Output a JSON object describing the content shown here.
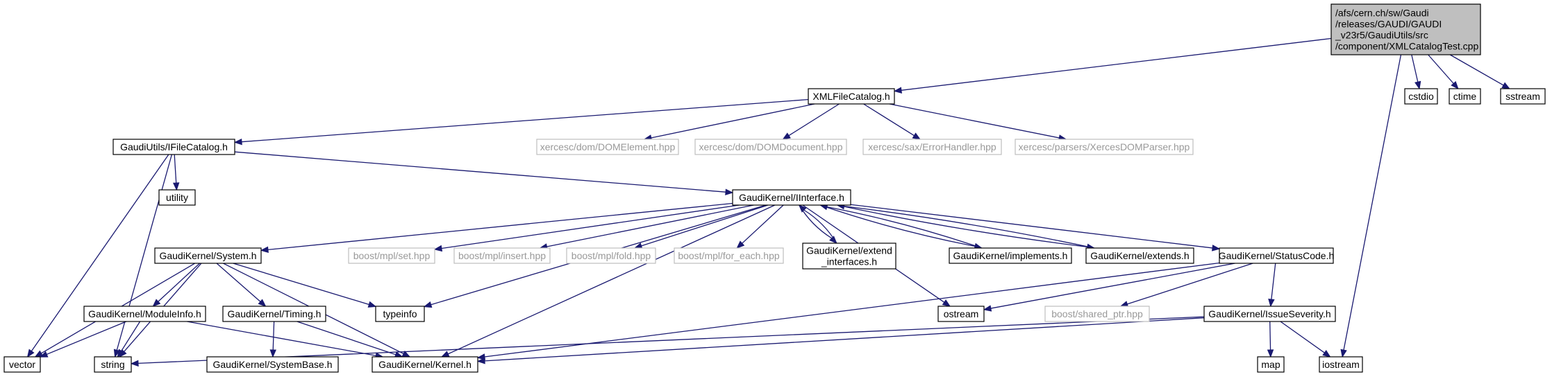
{
  "graph": {
    "edge_color": "#191970",
    "node_border_color": "#000000",
    "external_border_color": "#bfbfbf",
    "external_text_color": "#999999",
    "root_fill_color": "#bfbfbf",
    "nodes": [
      {
        "id": "root",
        "kind": "root",
        "lines": [
          "/afs/cern.ch/sw/Gaudi",
          "/releases/GAUDI/GAUDI",
          "_v23r5/GaudiUtils/src",
          "/component/XMLCatalogTest.cpp"
        ]
      },
      {
        "id": "xmlfilecatalog",
        "kind": "local",
        "lines": [
          "XMLFileCatalog.h"
        ]
      },
      {
        "id": "cstdio",
        "kind": "local",
        "lines": [
          "cstdio"
        ]
      },
      {
        "id": "ctime",
        "kind": "local",
        "lines": [
          "ctime"
        ]
      },
      {
        "id": "sstream",
        "kind": "local",
        "lines": [
          "sstream"
        ]
      },
      {
        "id": "ifilecatalog",
        "kind": "local",
        "lines": [
          "GaudiUtils/IFileCatalog.h"
        ]
      },
      {
        "id": "domelement",
        "kind": "external",
        "lines": [
          "xercesc/dom/DOMElement.hpp"
        ]
      },
      {
        "id": "domdocument",
        "kind": "external",
        "lines": [
          "xercesc/dom/DOMDocument.hpp"
        ]
      },
      {
        "id": "errorhandler",
        "kind": "external",
        "lines": [
          "xercesc/sax/ErrorHandler.hpp"
        ]
      },
      {
        "id": "xercesdomparser",
        "kind": "external",
        "lines": [
          "xercesc/parsers/XercesDOMParser.hpp"
        ]
      },
      {
        "id": "utility",
        "kind": "local",
        "lines": [
          "utility"
        ]
      },
      {
        "id": "iinterface",
        "kind": "local",
        "lines": [
          "GaudiKernel/IInterface.h"
        ]
      },
      {
        "id": "system",
        "kind": "local",
        "lines": [
          "GaudiKernel/System.h"
        ]
      },
      {
        "id": "mplset",
        "kind": "external",
        "lines": [
          "boost/mpl/set.hpp"
        ]
      },
      {
        "id": "mplinsert",
        "kind": "external",
        "lines": [
          "boost/mpl/insert.hpp"
        ]
      },
      {
        "id": "mplfold",
        "kind": "external",
        "lines": [
          "boost/mpl/fold.hpp"
        ]
      },
      {
        "id": "mplforeach",
        "kind": "external",
        "lines": [
          "boost/mpl/for_each.hpp"
        ]
      },
      {
        "id": "extendinterfaces",
        "kind": "local",
        "lines": [
          "GaudiKernel/extend",
          "_interfaces.h"
        ]
      },
      {
        "id": "implements",
        "kind": "local",
        "lines": [
          "GaudiKernel/implements.h"
        ]
      },
      {
        "id": "extends",
        "kind": "local",
        "lines": [
          "GaudiKernel/extends.h"
        ]
      },
      {
        "id": "statuscode",
        "kind": "local",
        "lines": [
          "GaudiKernel/StatusCode.h"
        ]
      },
      {
        "id": "moduleinfo",
        "kind": "local",
        "lines": [
          "GaudiKernel/ModuleInfo.h"
        ]
      },
      {
        "id": "timing",
        "kind": "local",
        "lines": [
          "GaudiKernel/Timing.h"
        ]
      },
      {
        "id": "typeinfo",
        "kind": "local",
        "lines": [
          "typeinfo"
        ]
      },
      {
        "id": "ostream",
        "kind": "local",
        "lines": [
          "ostream"
        ]
      },
      {
        "id": "sharedptr",
        "kind": "external",
        "lines": [
          "boost/shared_ptr.hpp"
        ]
      },
      {
        "id": "issueseverity",
        "kind": "local",
        "lines": [
          "GaudiKernel/IssueSeverity.h"
        ]
      },
      {
        "id": "vector",
        "kind": "local",
        "lines": [
          "vector"
        ]
      },
      {
        "id": "string",
        "kind": "local",
        "lines": [
          "string"
        ]
      },
      {
        "id": "systembase",
        "kind": "local",
        "lines": [
          "GaudiKernel/SystemBase.h"
        ]
      },
      {
        "id": "kernel",
        "kind": "local",
        "lines": [
          "GaudiKernel/Kernel.h"
        ]
      },
      {
        "id": "map",
        "kind": "local",
        "lines": [
          "map"
        ]
      },
      {
        "id": "iostream",
        "kind": "local",
        "lines": [
          "iostream"
        ]
      }
    ],
    "edges": [
      [
        "root",
        "xmlfilecatalog"
      ],
      [
        "root",
        "cstdio"
      ],
      [
        "root",
        "ctime"
      ],
      [
        "root",
        "sstream"
      ],
      [
        "root",
        "iostream"
      ],
      [
        "xmlfilecatalog",
        "ifilecatalog"
      ],
      [
        "xmlfilecatalog",
        "domelement"
      ],
      [
        "xmlfilecatalog",
        "domdocument"
      ],
      [
        "xmlfilecatalog",
        "errorhandler"
      ],
      [
        "xmlfilecatalog",
        "xercesdomparser"
      ],
      [
        "ifilecatalog",
        "utility"
      ],
      [
        "ifilecatalog",
        "iinterface"
      ],
      [
        "ifilecatalog",
        "vector"
      ],
      [
        "ifilecatalog",
        "string"
      ],
      [
        "iinterface",
        "system"
      ],
      [
        "iinterface",
        "mplset"
      ],
      [
        "iinterface",
        "mplinsert"
      ],
      [
        "iinterface",
        "mplfold"
      ],
      [
        "iinterface",
        "mplforeach"
      ],
      [
        "iinterface",
        "extendinterfaces"
      ],
      [
        "extendinterfaces",
        "iinterface"
      ],
      [
        "iinterface",
        "implements"
      ],
      [
        "implements",
        "iinterface"
      ],
      [
        "iinterface",
        "extends"
      ],
      [
        "extends",
        "iinterface"
      ],
      [
        "iinterface",
        "statuscode"
      ],
      [
        "iinterface",
        "typeinfo"
      ],
      [
        "iinterface",
        "ostream"
      ],
      [
        "iinterface",
        "kernel"
      ],
      [
        "system",
        "moduleinfo"
      ],
      [
        "system",
        "timing"
      ],
      [
        "system",
        "typeinfo"
      ],
      [
        "system",
        "kernel"
      ],
      [
        "system",
        "vector"
      ],
      [
        "system",
        "string"
      ],
      [
        "moduleinfo",
        "vector"
      ],
      [
        "moduleinfo",
        "string"
      ],
      [
        "moduleinfo",
        "kernel"
      ],
      [
        "timing",
        "systembase"
      ],
      [
        "timing",
        "kernel"
      ],
      [
        "statuscode",
        "ostream"
      ],
      [
        "statuscode",
        "sharedptr"
      ],
      [
        "statuscode",
        "issueseverity"
      ],
      [
        "statuscode",
        "kernel"
      ],
      [
        "issueseverity",
        "map"
      ],
      [
        "issueseverity",
        "iostream"
      ],
      [
        "issueseverity",
        "string"
      ],
      [
        "issueseverity",
        "kernel"
      ]
    ]
  }
}
